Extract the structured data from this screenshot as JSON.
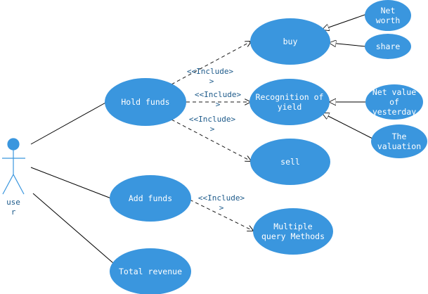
{
  "colors": {
    "usecase_fill": "#3a96de",
    "usecase_text": "#ffffff",
    "line": "#000000",
    "dashed_line": "#1a1a1a",
    "label_text": "#1d5a8a",
    "actor": "#3a96de"
  },
  "actor": {
    "label": "use\nr"
  },
  "use_cases": {
    "buy": "buy",
    "net_worth": "Net\nworth",
    "share": "share",
    "hold_funds": "Hold funds",
    "recognition_of_yield": "Recognition of\nyield",
    "net_value_yesterday": "Net value\nof\nyesterday",
    "the_valuation": "The\nvaluation",
    "sell": "sell",
    "add_funds": "Add funds",
    "multiple_query_methods": "Multiple\nquery Methods",
    "total_revenue": "Total revenue"
  },
  "relations": {
    "include": "<<Include>"
  }
}
